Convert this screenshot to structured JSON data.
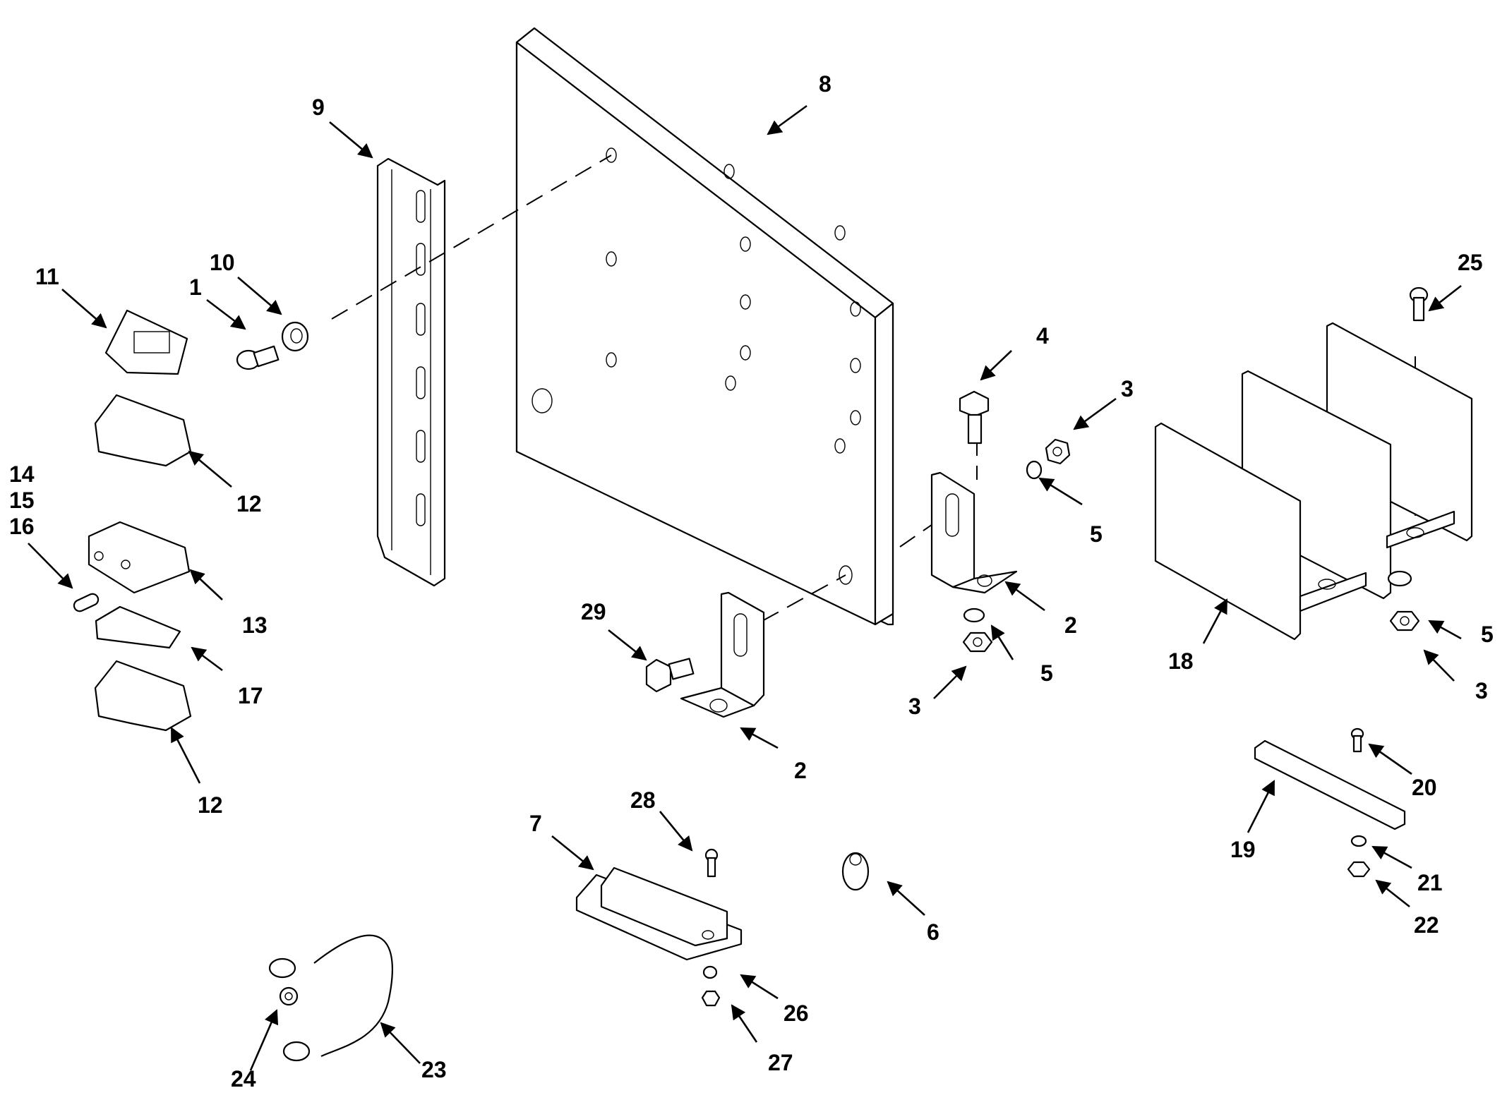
{
  "figure": {
    "type": "exploded-parts-diagram",
    "background": "#ffffff",
    "ink": "#000000"
  },
  "callouts": [
    {
      "id": "c1",
      "label": "1",
      "part": "screw"
    },
    {
      "id": "c2a",
      "label": "2",
      "part": "angle-bracket"
    },
    {
      "id": "c2b",
      "label": "2",
      "part": "angle-bracket"
    },
    {
      "id": "c3a",
      "label": "3",
      "part": "hex-nut"
    },
    {
      "id": "c3b",
      "label": "3",
      "part": "hex-nut"
    },
    {
      "id": "c3c",
      "label": "3",
      "part": "hex-nut"
    },
    {
      "id": "c4",
      "label": "4",
      "part": "hex-bolt"
    },
    {
      "id": "c5a",
      "label": "5",
      "part": "lock-washer"
    },
    {
      "id": "c5b",
      "label": "5",
      "part": "lock-washer"
    },
    {
      "id": "c5c",
      "label": "5",
      "part": "lock-washer"
    },
    {
      "id": "c6",
      "label": "6",
      "part": "grommet"
    },
    {
      "id": "c7",
      "label": "7",
      "part": "terminal-board"
    },
    {
      "id": "c8",
      "label": "8",
      "part": "mounting-panel"
    },
    {
      "id": "c9",
      "label": "9",
      "part": "din-rail"
    },
    {
      "id": "c10",
      "label": "10",
      "part": "flat-washer"
    },
    {
      "id": "c11",
      "label": "11",
      "part": "end-cover"
    },
    {
      "id": "c12a",
      "label": "12",
      "part": "terminal-block-base"
    },
    {
      "id": "c12b",
      "label": "12",
      "part": "terminal-block-base"
    },
    {
      "id": "c13",
      "label": "13",
      "part": "fuse-holder"
    },
    {
      "id": "c14",
      "label": "14",
      "part": "fuse"
    },
    {
      "id": "c15",
      "label": "15",
      "part": "fuse"
    },
    {
      "id": "c16",
      "label": "16",
      "part": "fuse"
    },
    {
      "id": "c17",
      "label": "17",
      "part": "partition-plate"
    },
    {
      "id": "c18",
      "label": "18",
      "part": "power-distribution-block"
    },
    {
      "id": "c19",
      "label": "19",
      "part": "ground-bus-bar"
    },
    {
      "id": "c20",
      "label": "20",
      "part": "screw"
    },
    {
      "id": "c21",
      "label": "21",
      "part": "lock-washer"
    },
    {
      "id": "c22",
      "label": "22",
      "part": "hex-nut"
    },
    {
      "id": "c23",
      "label": "23",
      "part": "ground-strap"
    },
    {
      "id": "c24",
      "label": "24",
      "part": "tooth-lock-washer"
    },
    {
      "id": "c25",
      "label": "25",
      "part": "screw"
    },
    {
      "id": "c26",
      "label": "26",
      "part": "lock-washer"
    },
    {
      "id": "c27",
      "label": "27",
      "part": "hex-nut"
    },
    {
      "id": "c28",
      "label": "28",
      "part": "screw"
    },
    {
      "id": "c29",
      "label": "29",
      "part": "hex-bolt"
    }
  ]
}
